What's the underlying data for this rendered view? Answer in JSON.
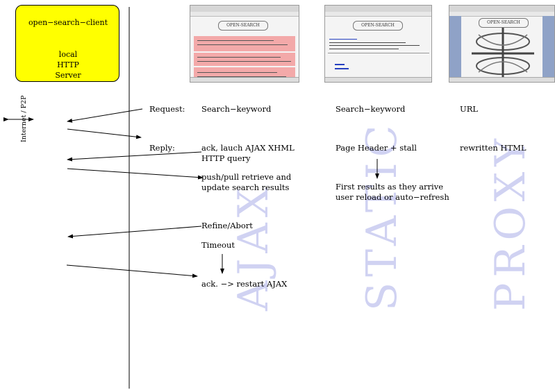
{
  "server": {
    "title": "open−search−client",
    "subtitle": "local\nHTTP\nServer"
  },
  "network_label": "Internet / P2P",
  "thumbnails": {
    "ajax_logo": "OPEN-SEARCH",
    "static_logo": "OPEN-SEARCH",
    "proxy_logo": "OPEN-SEARCH"
  },
  "modes": {
    "ajax": "AJAX",
    "static": "STATIC",
    "proxy": "PROXY"
  },
  "labels": {
    "request": "Request:",
    "reply": "Reply:"
  },
  "ajax_column": {
    "request": "Search−keyword",
    "reply": "ack, lauch AJAX XHML\nHTTP query",
    "push": "push/pull retrieve and\nupdate search results",
    "refine": "Refine/Abort",
    "timeout": "Timeout",
    "restart": "ack. −> restart AJAX"
  },
  "static_column": {
    "request": "Search−keyword",
    "reply": "Page Header + stall",
    "results": "First results as they arrive\nuser reload or auto−refresh"
  },
  "proxy_column": {
    "request": "URL",
    "reply": "rewritten HTML"
  }
}
